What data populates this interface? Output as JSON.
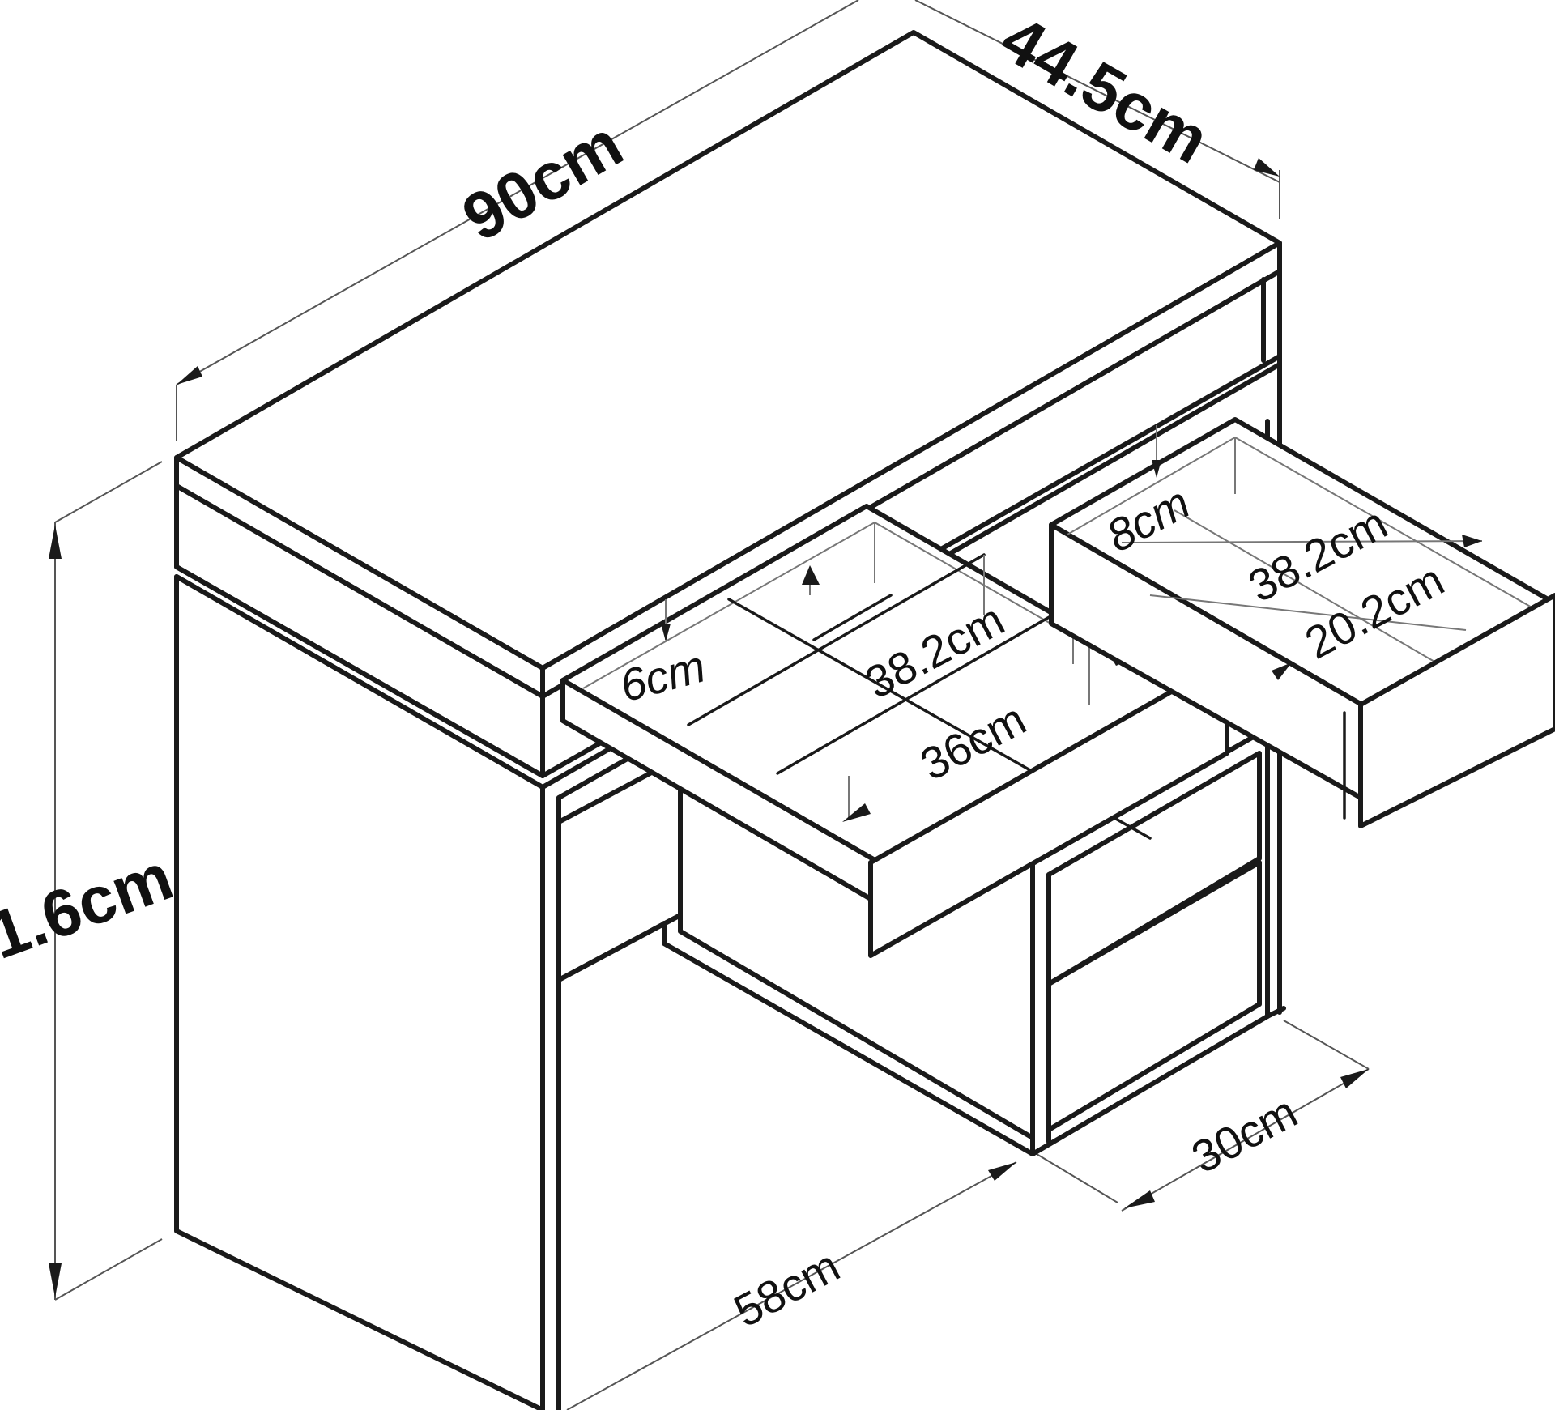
{
  "diagram": {
    "dimensions": {
      "width": "90cm",
      "depth": "44.5cm",
      "height": "1.6cm",
      "knee_space": "58cm",
      "cabinet_depth": "30cm",
      "left_drawer_height": "6cm",
      "left_drawer_depth": "38.2cm",
      "left_drawer_inner": "36cm",
      "right_drawer_height": "8cm",
      "right_drawer_depth": "38.2cm",
      "right_drawer_inner": "20.2cm"
    }
  }
}
